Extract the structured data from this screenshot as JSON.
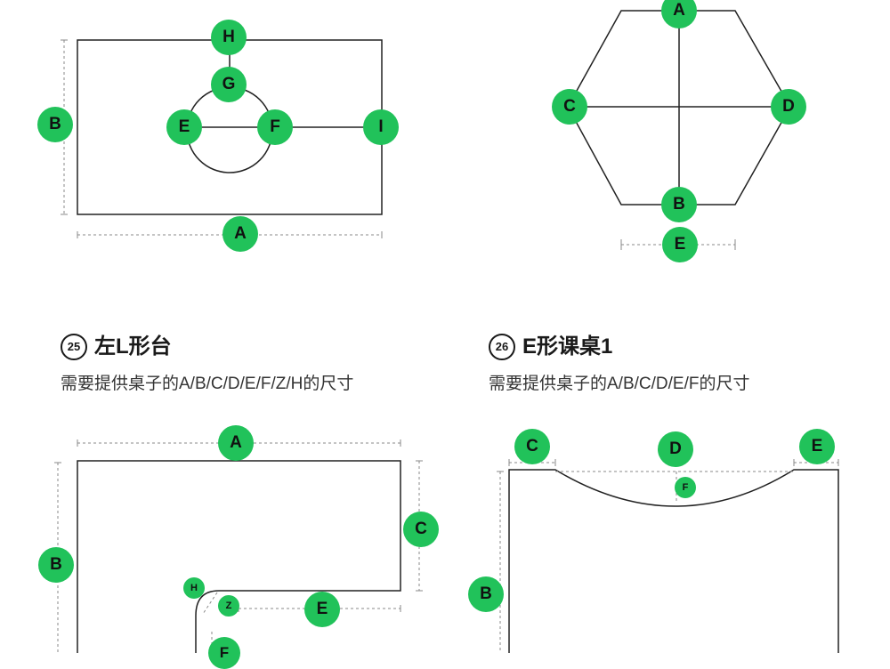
{
  "colors": {
    "badge": "#21c25a",
    "line": "#222222",
    "dim": "#888888",
    "text": "#1a1a1a"
  },
  "diagrams": {
    "rect_circle": {
      "labels": [
        "A",
        "B",
        "E",
        "F",
        "G",
        "H",
        "I"
      ]
    },
    "hexagon": {
      "labels": [
        "A",
        "B",
        "C",
        "D",
        "E"
      ]
    },
    "left_l_table": {
      "number": "25",
      "title": "左L形台",
      "subtitle": "需要提供桌子的A/B/C/D/E/F/Z/H的尺寸",
      "labels": [
        "A",
        "B",
        "C",
        "E",
        "F",
        "H",
        "Z"
      ]
    },
    "e_table_1": {
      "number": "26",
      "title": "E形课桌1",
      "subtitle": "需要提供桌子的A/B/C/D/E/F的尺寸",
      "labels": [
        "B",
        "C",
        "D",
        "E",
        "F"
      ]
    }
  }
}
